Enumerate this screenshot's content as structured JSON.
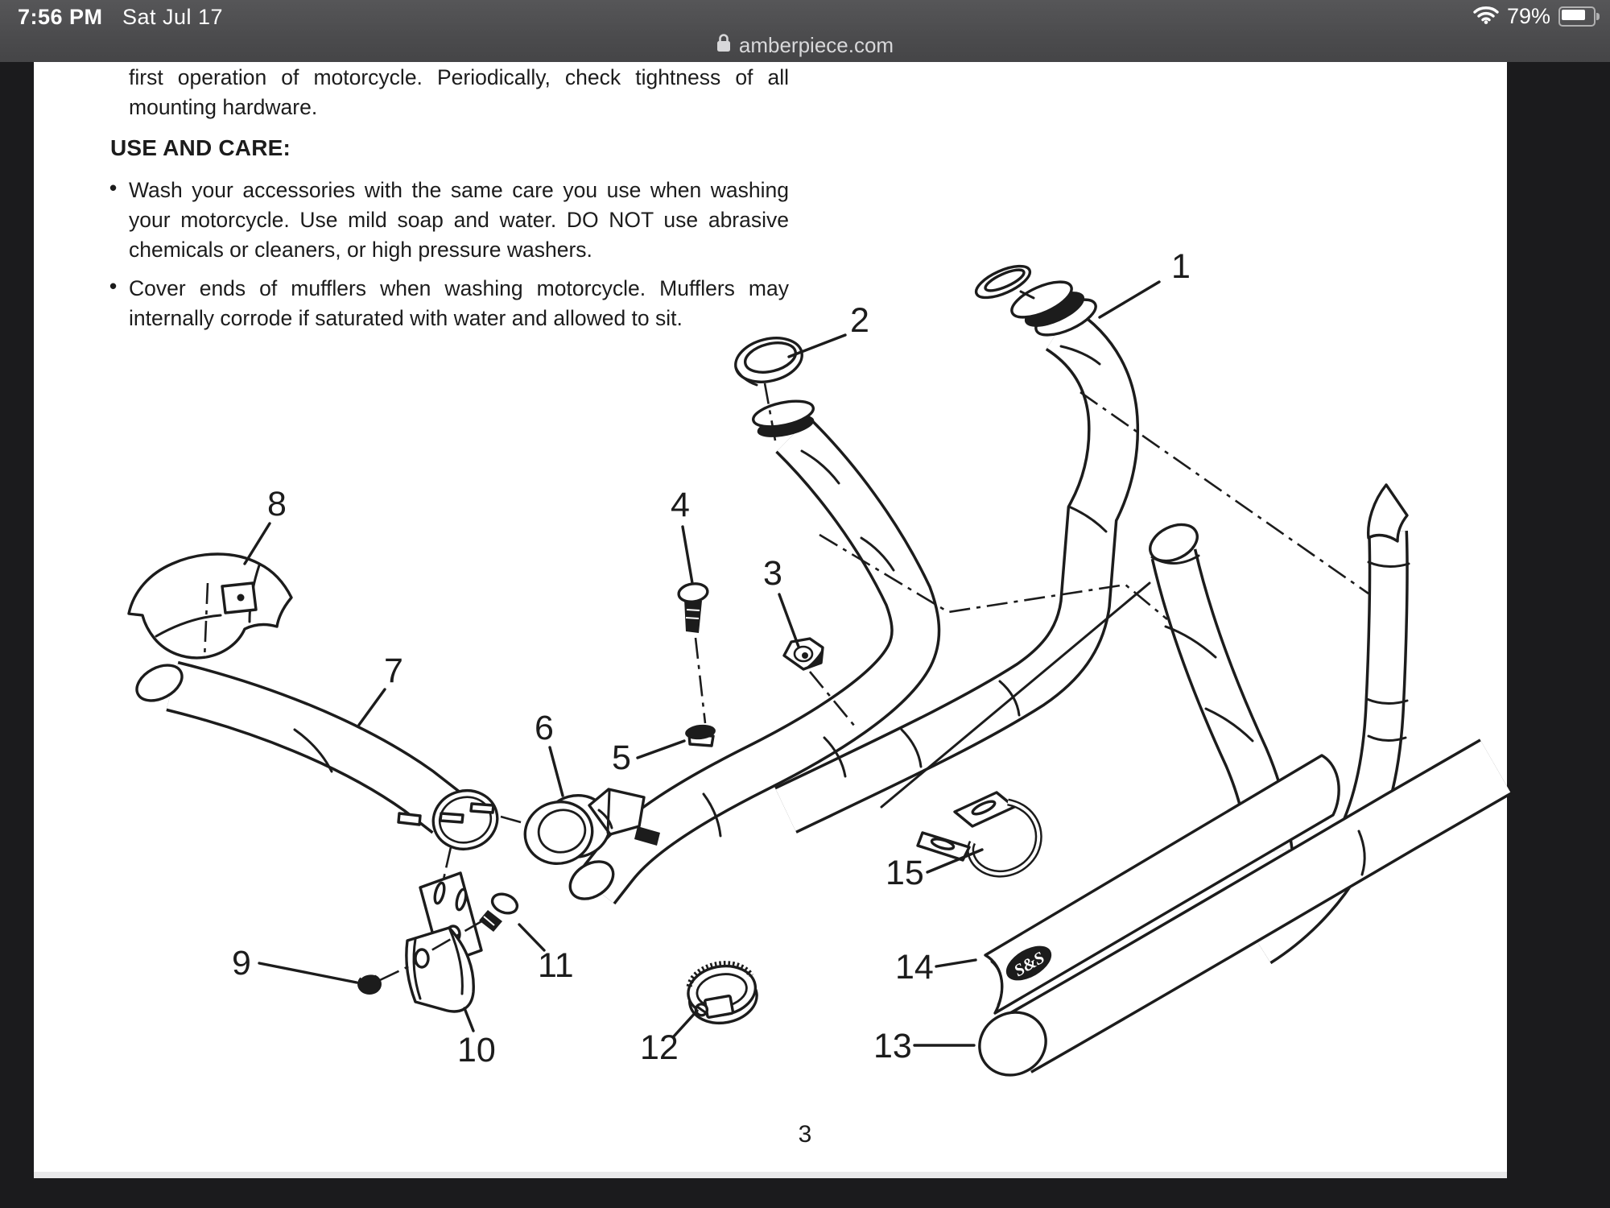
{
  "status_bar": {
    "time": "7:56 PM",
    "date": "Sat Jul 17",
    "battery_percent": "79%",
    "icons": [
      "wifi-icon",
      "battery-icon"
    ]
  },
  "url_bar": {
    "domain": "amberpiece.com",
    "icons": [
      "lock-icon"
    ]
  },
  "colors": {
    "chrome_bg": "#4c4c4e",
    "frame_bg": "#1b1b1d",
    "page_bg": "#ffffff",
    "ink": "#1c1c1c"
  },
  "document": {
    "intro_lines": [
      "first operation of motorcycle. Periodically, check tightness of all",
      "mounting hardware."
    ],
    "heading": "USE AND CARE:",
    "bullet_char": "•",
    "bullets": [
      {
        "lines": [
          "Wash your accessories with the same care you use when washing",
          "your motorcycle. Use mild soap and water. DO NOT use abrasive",
          "chemicals or cleaners, or high pressure washers."
        ]
      },
      {
        "lines": [
          "Cover ends of mufflers when washing motorcycle. Mufflers may",
          "internally corrode if saturated with water and allowed to sit."
        ]
      }
    ],
    "page_number": "3",
    "diagram": {
      "description": "exploded-parts-diagram-exhaust-system",
      "logo_text": "S&S",
      "callouts": [
        "1",
        "2",
        "3",
        "4",
        "5",
        "6",
        "7",
        "8",
        "9",
        "10",
        "11",
        "12",
        "13",
        "14",
        "15"
      ]
    }
  }
}
